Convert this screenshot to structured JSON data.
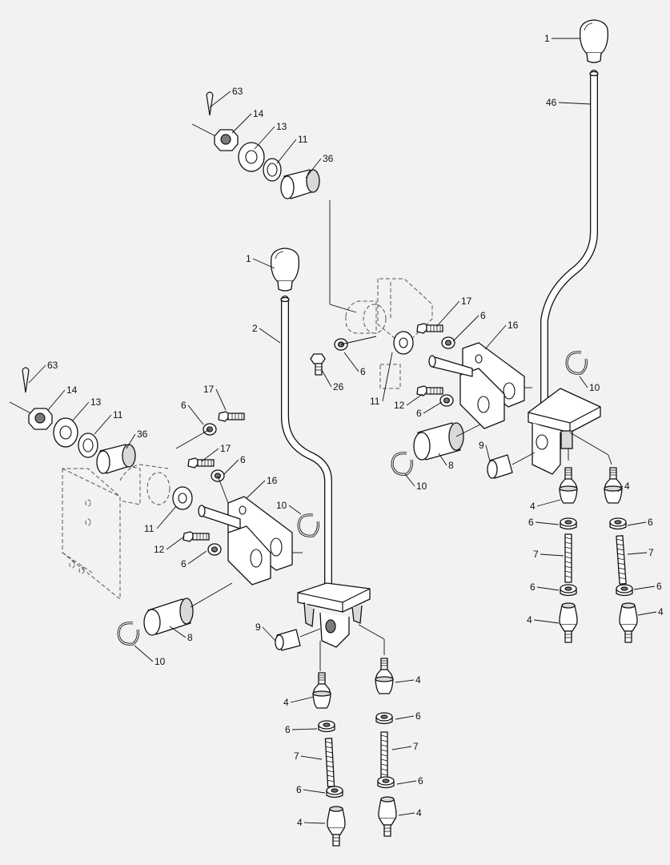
{
  "callouts": [
    {
      "id": "c1a",
      "text": "1"
    },
    {
      "id": "c46",
      "text": "46"
    },
    {
      "id": "c63a",
      "text": "63"
    },
    {
      "id": "c14a",
      "text": "14"
    },
    {
      "id": "c13a",
      "text": "13"
    },
    {
      "id": "c11a",
      "text": "11"
    },
    {
      "id": "c36a",
      "text": "36"
    },
    {
      "id": "c1b",
      "text": "1"
    },
    {
      "id": "c2",
      "text": "2"
    },
    {
      "id": "c17a",
      "text": "17"
    },
    {
      "id": "c6a",
      "text": "6"
    },
    {
      "id": "c16a",
      "text": "16"
    },
    {
      "id": "c26",
      "text": "26"
    },
    {
      "id": "c6b",
      "text": "6"
    },
    {
      "id": "c11b",
      "text": "11"
    },
    {
      "id": "c12a",
      "text": "12"
    },
    {
      "id": "c6c",
      "text": "6"
    },
    {
      "id": "c10a",
      "text": "10"
    },
    {
      "id": "c9a",
      "text": "9"
    },
    {
      "id": "c8a",
      "text": "8"
    },
    {
      "id": "c10b",
      "text": "10"
    },
    {
      "id": "c4a",
      "text": "4"
    },
    {
      "id": "c4b",
      "text": "4"
    },
    {
      "id": "c6d",
      "text": "6"
    },
    {
      "id": "c6e",
      "text": "6"
    },
    {
      "id": "c7a",
      "text": "7"
    },
    {
      "id": "c7b",
      "text": "7"
    },
    {
      "id": "c6f",
      "text": "6"
    },
    {
      "id": "c6g",
      "text": "6"
    },
    {
      "id": "c4c",
      "text": "4"
    },
    {
      "id": "c4d",
      "text": "4"
    },
    {
      "id": "c63b",
      "text": "63"
    },
    {
      "id": "c14b",
      "text": "14"
    },
    {
      "id": "c13b",
      "text": "13"
    },
    {
      "id": "c11c",
      "text": "11"
    },
    {
      "id": "c36b",
      "text": "36"
    },
    {
      "id": "c17b",
      "text": "17"
    },
    {
      "id": "c6h",
      "text": "6"
    },
    {
      "id": "c17c",
      "text": "17"
    },
    {
      "id": "c6i",
      "text": "6"
    },
    {
      "id": "c16b",
      "text": "16"
    },
    {
      "id": "c10c",
      "text": "10"
    },
    {
      "id": "c11d",
      "text": "11"
    },
    {
      "id": "c12b",
      "text": "12"
    },
    {
      "id": "c6j",
      "text": "6"
    },
    {
      "id": "c9b",
      "text": "9"
    },
    {
      "id": "c8b",
      "text": "8"
    },
    {
      "id": "c10d",
      "text": "10"
    },
    {
      "id": "c4e",
      "text": "4"
    },
    {
      "id": "c4f",
      "text": "4"
    },
    {
      "id": "c6k",
      "text": "6"
    },
    {
      "id": "c6l",
      "text": "6"
    },
    {
      "id": "c7c",
      "text": "7"
    },
    {
      "id": "c7d",
      "text": "7"
    },
    {
      "id": "c6m",
      "text": "6"
    },
    {
      "id": "c6n",
      "text": "6"
    },
    {
      "id": "c4g",
      "text": "4"
    },
    {
      "id": "c4h",
      "text": "4"
    }
  ]
}
